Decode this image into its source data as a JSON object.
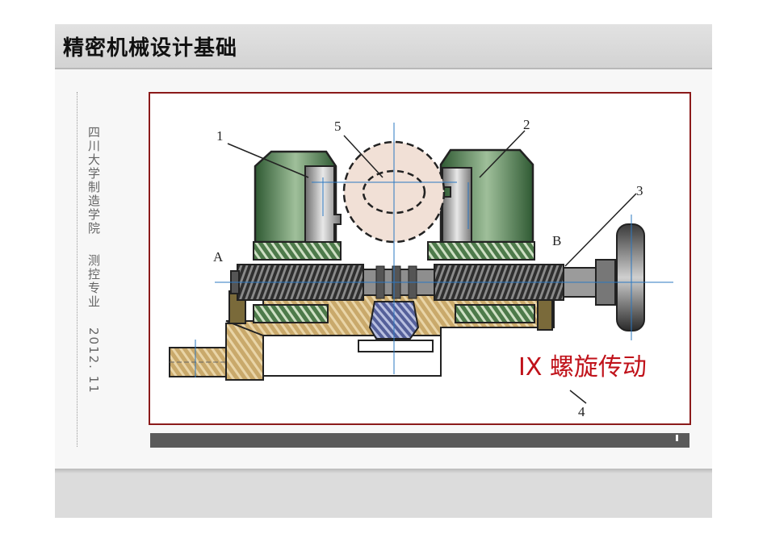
{
  "slide": {
    "title": "精密机械设计基础",
    "side_label": "四川大学制造学院",
    "side_dept": "测控专业",
    "side_date": "2012. 11"
  },
  "figure": {
    "caption": "IX  螺旋传动",
    "labels": {
      "l1": "1",
      "l2": "2",
      "l3": "3",
      "l4": "4",
      "l5": "5",
      "lA": "A",
      "lB": "B"
    }
  },
  "progress": {
    "value": 0.975
  },
  "colors": {
    "frame": "#8b1a1a",
    "caption": "#c0121a",
    "jaw_green": "#3f6b3f",
    "base_tan": "#c9a96b",
    "screw_dark": "#3a3a3a",
    "gear_blue": "#6b76a8"
  }
}
